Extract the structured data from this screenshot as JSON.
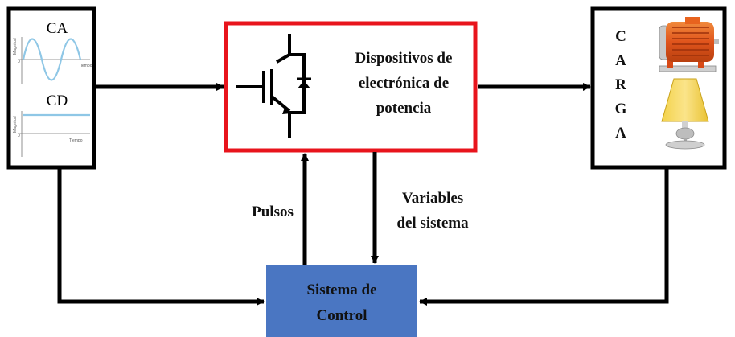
{
  "source": {
    "ca_label": "CA",
    "cd_label": "CD",
    "axis_y_label": "Magnitud",
    "axis_x_label": "Tiempo",
    "origin_label": "0",
    "colors": {
      "wave": "#8fc7e6",
      "axis": "#777777"
    }
  },
  "power_block": {
    "lines": [
      "Dispositivos de",
      "electrónica de",
      "potencia"
    ],
    "border_color": "#e8141c"
  },
  "load_block": {
    "letters": [
      "C",
      "A",
      "R",
      "G",
      "A"
    ],
    "icons": [
      "motor-icon",
      "lamp-icon"
    ]
  },
  "control_block": {
    "lines": [
      "Sistema de",
      "Control"
    ],
    "fill_color": "#4a76c2"
  },
  "edge_labels": {
    "pulses": "Pulsos",
    "system_vars": [
      "Variables",
      "del sistema"
    ]
  }
}
